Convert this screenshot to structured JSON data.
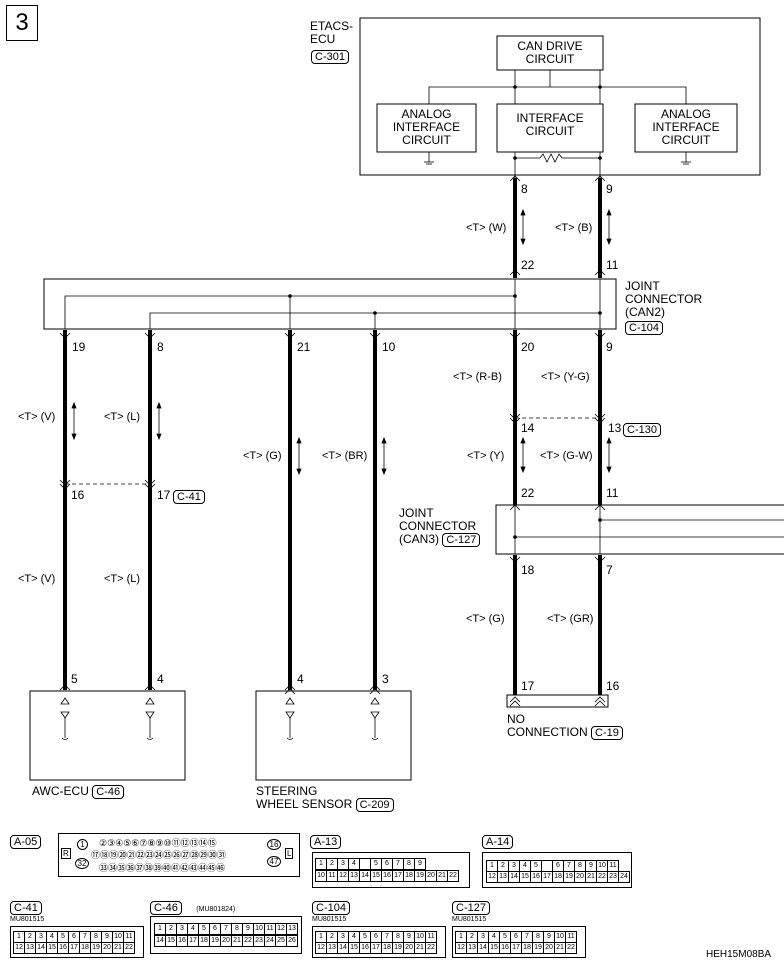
{
  "page_number": "3",
  "footer_code": "HEH15M08BA",
  "etacs": {
    "label_line1": "ETACS-",
    "label_line2": "ECU",
    "connector": "C-301",
    "can_drive": [
      "CAN DRIVE",
      "CIRCUIT"
    ],
    "analog_left": [
      "ANALOG",
      "INTERFACE",
      "CIRCUIT"
    ],
    "interface": [
      "INTERFACE",
      "CIRCUIT"
    ],
    "analog_right": [
      "ANALOG",
      "INTERFACE",
      "CIRCUIT"
    ]
  },
  "pins": {
    "etacs_l": "8",
    "etacs_r": "9",
    "j2_top_l": "22",
    "j2_top_r": "11",
    "j2_b1": "19",
    "j2_b2": "8",
    "j2_b3": "21",
    "j2_b4": "10",
    "j2_b5": "20",
    "j2_b6": "9",
    "c130_l": "14",
    "c130_r": "13",
    "c41_l": "16",
    "c41_r": "17",
    "j3_top_l": "22",
    "j3_top_r": "11",
    "j3_bot_l": "18",
    "j3_bot_r": "7",
    "awc_l": "5",
    "awc_r": "4",
    "sws_l": "4",
    "sws_r": "3",
    "c19_l": "17",
    "c19_r": "16"
  },
  "wires": {
    "etacs_w": "<T> (W)",
    "etacs_b": "<T> (B)",
    "j2_v": "<T> (V)",
    "j2_l": "<T> (L)",
    "j2_g": "<T> (G)",
    "j2_br": "<T> (BR)",
    "j2_rb": "<T> (R-B)",
    "j2_yg": "<T> (Y-G)",
    "c130_y": "<T> (Y)",
    "c130_gw": "<T> (G-W)",
    "awc_v": "<T> (V)",
    "awc_l": "<T> (L)",
    "j3_g": "<T> (G)",
    "j3_gr": "<T> (GR)"
  },
  "joint_can2": {
    "lines": [
      "JOINT",
      "CONNECTOR",
      "(CAN2)"
    ],
    "connector": "C-104"
  },
  "joint_can3": {
    "lines": [
      "JOINT",
      "CONNECTOR",
      "(CAN3)"
    ],
    "connector": "C-127"
  },
  "connector_refs": {
    "c130": "C-130",
    "c41": "C-41"
  },
  "awc": {
    "label": "AWC-ECU",
    "connector": "C-46"
  },
  "sws": {
    "label_line1": "STEERING",
    "label_line2": "WHEEL SENSOR",
    "connector": "C-209"
  },
  "noconn": {
    "line1": "NO",
    "line2": "CONNECTION",
    "connector": "C-19"
  },
  "connector_views": {
    "a05": {
      "title": "A-05",
      "r": "R",
      "l": "L",
      "p1": "1",
      "p32": "32",
      "p16": "16",
      "p47": "47",
      "row1": "②③④⑤⑥⑦⑧⑨⑩⑪⑫⑬⑭⑮",
      "row2": "⑰⑱⑲⑳㉑㉒㉓㉔㉕㉖㉗㉘㉙㉚㉛",
      "row3": "㉝㉞㉟㊱㊲㊳㊴㊵㊶㊷㊸㊹㊺㊻"
    },
    "a13": {
      "title": "A-13",
      "row1": [
        "1",
        "2",
        "3",
        "4",
        "",
        "5",
        "6",
        "7",
        "8",
        "9"
      ],
      "row2": [
        "10",
        "11",
        "12",
        "13",
        "14",
        "15",
        "16",
        "17",
        "18",
        "19",
        "20",
        "21",
        "22"
      ]
    },
    "a14": {
      "title": "A-14",
      "row1": [
        "1",
        "2",
        "3",
        "4",
        "5",
        "",
        "6",
        "7",
        "8",
        "9",
        "10",
        "11"
      ],
      "row2": [
        "12",
        "13",
        "14",
        "15",
        "16",
        "17",
        "18",
        "19",
        "20",
        "21",
        "22",
        "23",
        "24"
      ]
    },
    "c41": {
      "title": "C-41",
      "part": "MU801515",
      "row1": [
        "1",
        "2",
        "3",
        "4",
        "5",
        "6",
        "7",
        "8",
        "9",
        "10",
        "11"
      ],
      "row2": [
        "12",
        "13",
        "14",
        "15",
        "16",
        "17",
        "18",
        "19",
        "20",
        "21",
        "22"
      ]
    },
    "c46": {
      "title": "C-46",
      "part": "(MU801824)",
      "row1": [
        "1",
        "2",
        "3",
        "4",
        "5",
        "6",
        "7",
        "8",
        "9",
        "10",
        "11",
        "12",
        "13"
      ],
      "row2": [
        "14",
        "15",
        "16",
        "17",
        "18",
        "19",
        "20",
        "21",
        "22",
        "23",
        "24",
        "25",
        "26"
      ]
    },
    "c104": {
      "title": "C-104",
      "part": "MU801515",
      "row1": [
        "1",
        "2",
        "3",
        "4",
        "5",
        "6",
        "7",
        "8",
        "9",
        "10",
        "11"
      ],
      "row2": [
        "12",
        "13",
        "14",
        "15",
        "16",
        "17",
        "18",
        "19",
        "20",
        "21",
        "22"
      ]
    },
    "c127": {
      "title": "C-127",
      "part": "MU801515",
      "row1": [
        "1",
        "2",
        "3",
        "4",
        "5",
        "6",
        "7",
        "8",
        "9",
        "10",
        "11"
      ],
      "row2": [
        "12",
        "13",
        "14",
        "15",
        "16",
        "17",
        "18",
        "19",
        "20",
        "21",
        "22"
      ]
    }
  }
}
